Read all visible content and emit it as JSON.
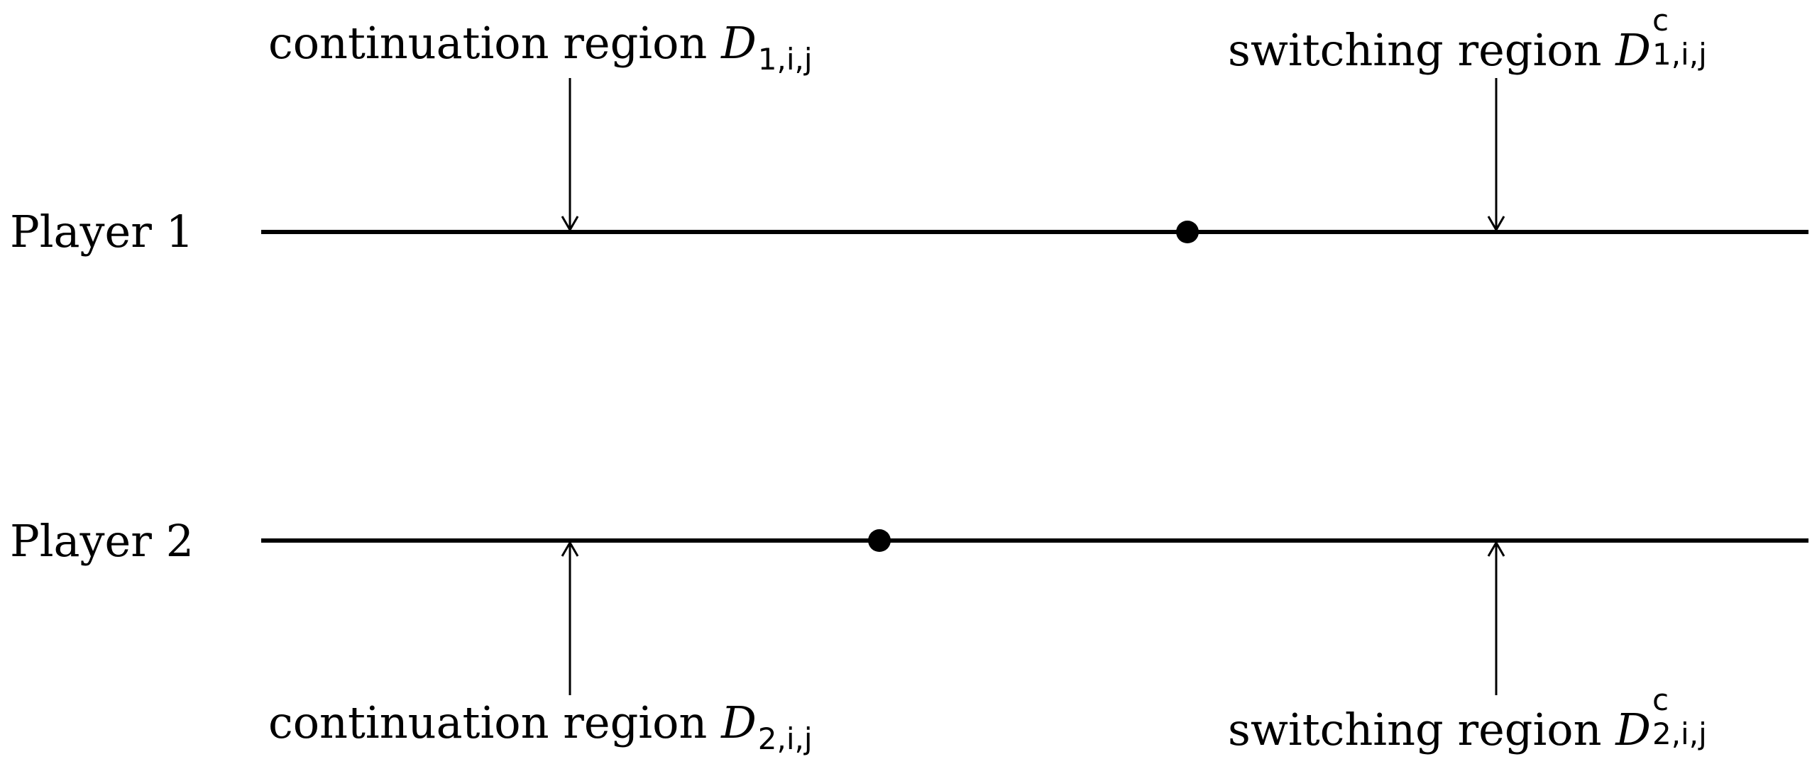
{
  "players": [
    {
      "label": "Player 1",
      "top_label": {
        "continuation": {
          "text": "continuation region ",
          "symbol": "D",
          "subscript": "1,i,j"
        },
        "switching": {
          "text": "switching region ",
          "symbol": "D",
          "superscript": "c",
          "subscript": "1,i,j"
        }
      }
    },
    {
      "label": "Player 2",
      "bottom_label": {
        "continuation": {
          "text": "continuation region ",
          "symbol": "D",
          "subscript": "2,i,j"
        },
        "switching": {
          "text": "switching region ",
          "symbol": "D",
          "superscript": "c",
          "subscript": "2,i,j"
        }
      }
    }
  ],
  "colors": {
    "ink": "#000000",
    "background": "#ffffff"
  }
}
